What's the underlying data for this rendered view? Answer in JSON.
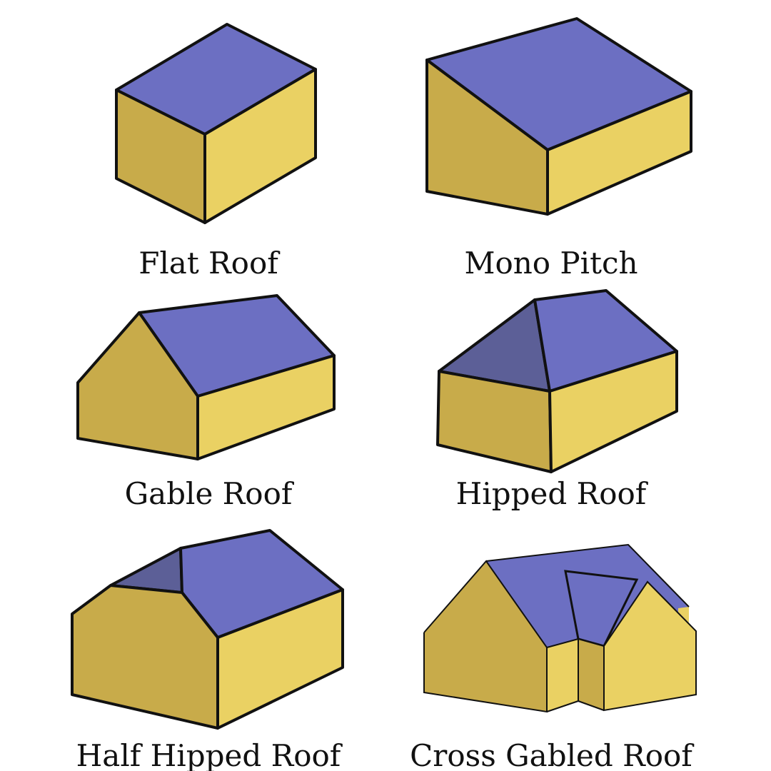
{
  "colors": {
    "roof": "#6c6fc2",
    "roof_shadow": "#5c5f97",
    "wall_light": "#ead163",
    "wall_dark": "#c8ab4a",
    "outline": "#111111"
  },
  "roof_types": [
    {
      "label": "Flat Roof"
    },
    {
      "label": "Mono Pitch"
    },
    {
      "label": "Gable Roof"
    },
    {
      "label": "Hipped Roof"
    },
    {
      "label": "Half Hipped Roof"
    },
    {
      "label": "Cross Gabled Roof"
    }
  ]
}
